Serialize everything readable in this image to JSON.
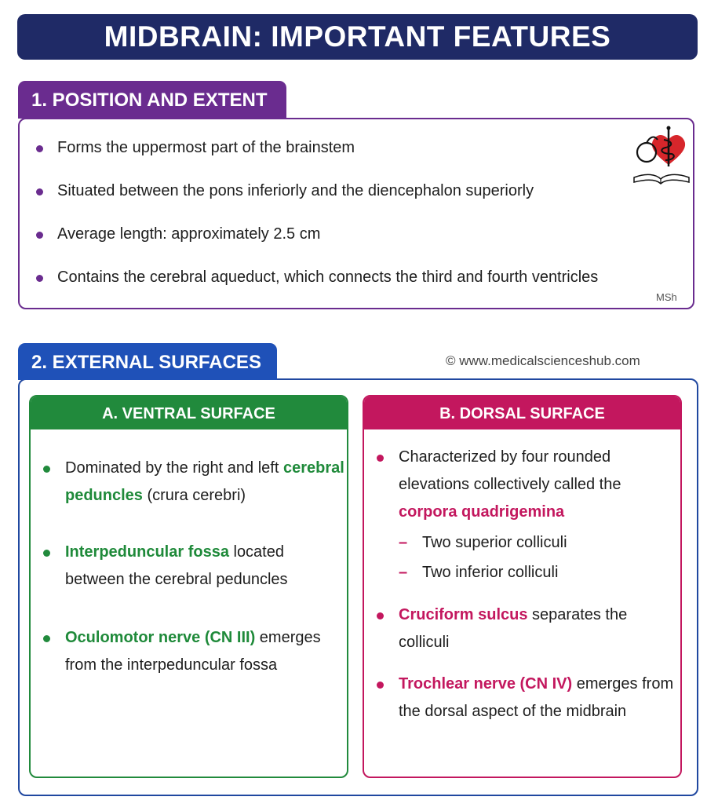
{
  "title": "MIDBRAIN: IMPORTANT FEATURES",
  "section1": {
    "heading": "1. POSITION AND EXTENT",
    "items": [
      "Forms the uppermost part of the brainstem",
      "Situated between the pons inferiorly and the diencephalon superiorly",
      "Average length: approximately 2.5 cm",
      "Contains the cerebral aqueduct, which connects the third and fourth ventricles"
    ],
    "watermark": "MSh"
  },
  "section2": {
    "heading": "2. EXTERNAL SURFACES",
    "copyright": "© www.medicalscienceshub.com",
    "ventral": {
      "heading": "A. VENTRAL SURFACE",
      "item1_pre": "Dominated by the right and left ",
      "item1_hl": "cerebral peduncles",
      "item1_post": " (crura cerebri)",
      "item2_hl": "Interpeduncular fossa",
      "item2_post": " located between the cerebral peduncles",
      "item3_hl": "Oculomotor nerve (CN III)",
      "item3_post": " emerges from the interpeduncular fossa"
    },
    "dorsal": {
      "heading": "B. DORSAL SURFACE",
      "item1_pre": "Characterized by four rounded elevations collectively called the ",
      "item1_hl": "corpora quadrigemina",
      "sub1": "Two superior colliculi",
      "sub2": "Two inferior colliculi",
      "item2_hl": "Cruciform sulcus",
      "item2_post": " separates the colliculi",
      "item3_hl": "Trochlear nerve (CN IV)",
      "item3_post": " emerges from the dorsal aspect of the midbrain"
    }
  },
  "colors": {
    "title_bg": "#1f2a66",
    "section1": "#6a2c8f",
    "section2": "#1f51b8",
    "ventral": "#218a3c",
    "dorsal": "#c3175e"
  }
}
